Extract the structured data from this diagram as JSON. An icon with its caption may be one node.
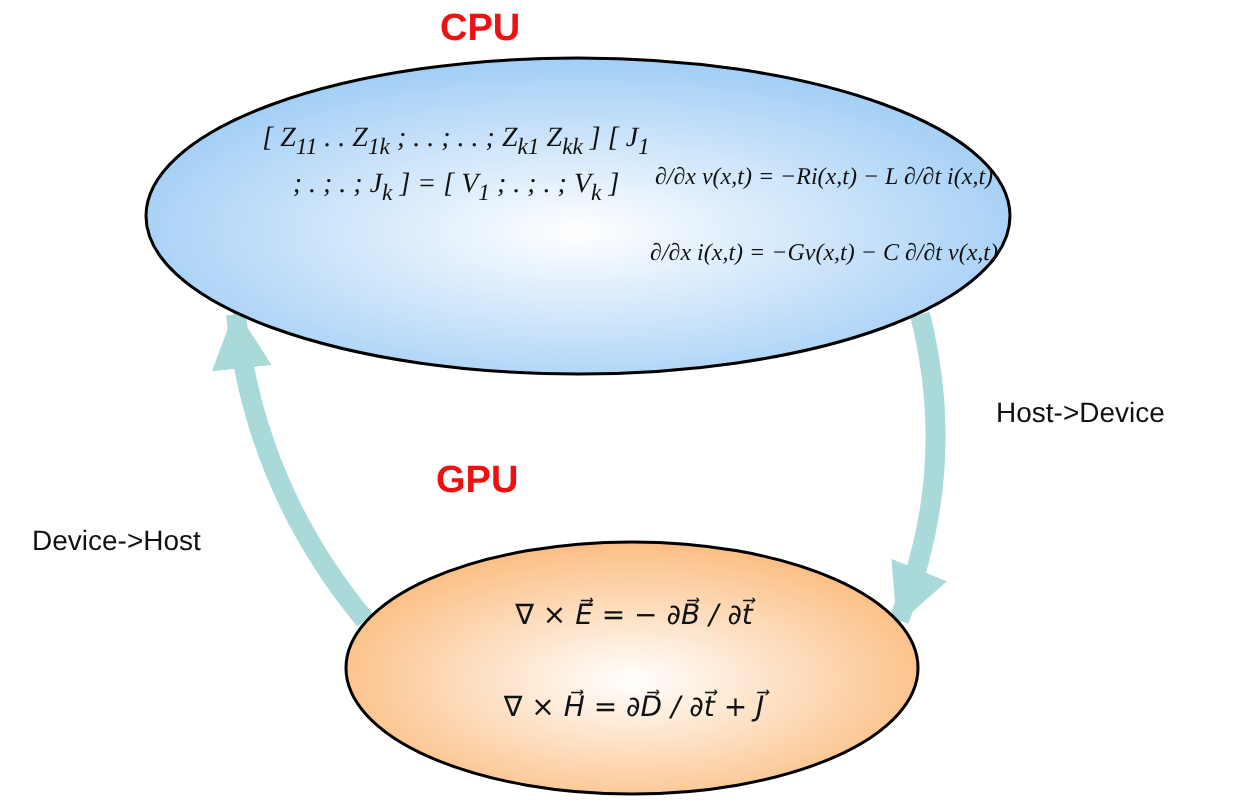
{
  "diagram": {
    "nodes": [
      {
        "text": [
          "CPU",
          "[ Z$_{11}$ . . Z$_{1k}$ ; . . ; . . ; Z$_{k1}$ Z$_{kk}$ ] [ J$_{1}$ ; . ; . ; J$_{k}$ ] = [ V$_{1}$ ; . ; . ; V$_{k}$ ]",
          "∂/∂x v(x,t) = −Ri(x,t) − L ∂/∂t i(x,t)",
          "∂/∂x i(x,t) = −Gv(x,t) − C ∂/∂t v(x,t)"
        ]
      },
      {
        "text": [
          "GPU",
          "∇ × E⃗ = − ∂B⃗ / ∂t⃗",
          "∇ × H⃗ = ∂D⃗ / ∂t⃗ + J⃗"
        ]
      }
    ],
    "edges": [
      {
        "from": 0,
        "to": 1,
        "arrow": "to",
        "label": "Host->Device"
      },
      {
        "from": 1,
        "to": 0,
        "arrow": "to",
        "label": "Device->Host"
      }
    ]
  }
}
